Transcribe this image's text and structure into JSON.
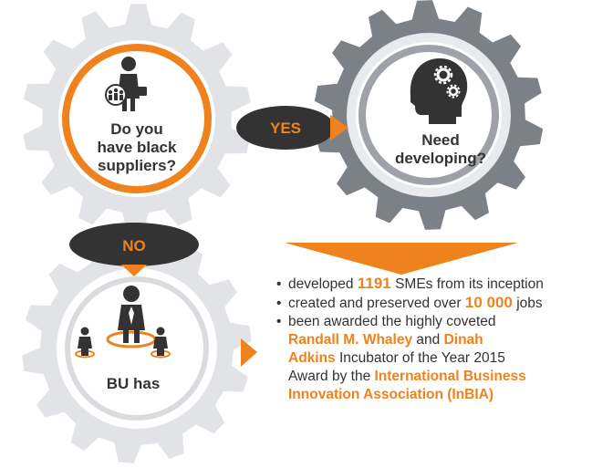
{
  "colors": {
    "orange": "#f0821e",
    "dark": "#333333",
    "gear_light": "#e1e3e6",
    "gear_mid": "#7c8087",
    "gray_ring": "#9ea2a8"
  },
  "icons": {
    "gear1": "businessman-with-briefcase-and-group-icon",
    "gear2": "head-with-gears-icon",
    "gear3": "businessman-with-team-icon"
  },
  "gear1": {
    "line1": "Do you",
    "line2": "have black",
    "line3": "suppliers?"
  },
  "gear2": {
    "line1": "Need",
    "line2": "developing?"
  },
  "gear3": {
    "label": "BU has"
  },
  "yes_label": "YES",
  "no_label": "NO",
  "bullets": {
    "b1_pre": "developed",
    "b1_num": "1191",
    "b1_post": "SMEs from its inception",
    "b2_pre": "created and preserved over",
    "b2_num": "10 000",
    "b2_post": "jobs",
    "b3_text": "been awarded the highly coveted",
    "name1": "Randall M. Whaley",
    "and": "and",
    "name2a": "Dinah",
    "name2b": "Adkins",
    "award1": "Incubator of the Year 2015",
    "award2": "Award by the",
    "org1": "International Business",
    "org2": "Innovation Association (InBIA)"
  }
}
